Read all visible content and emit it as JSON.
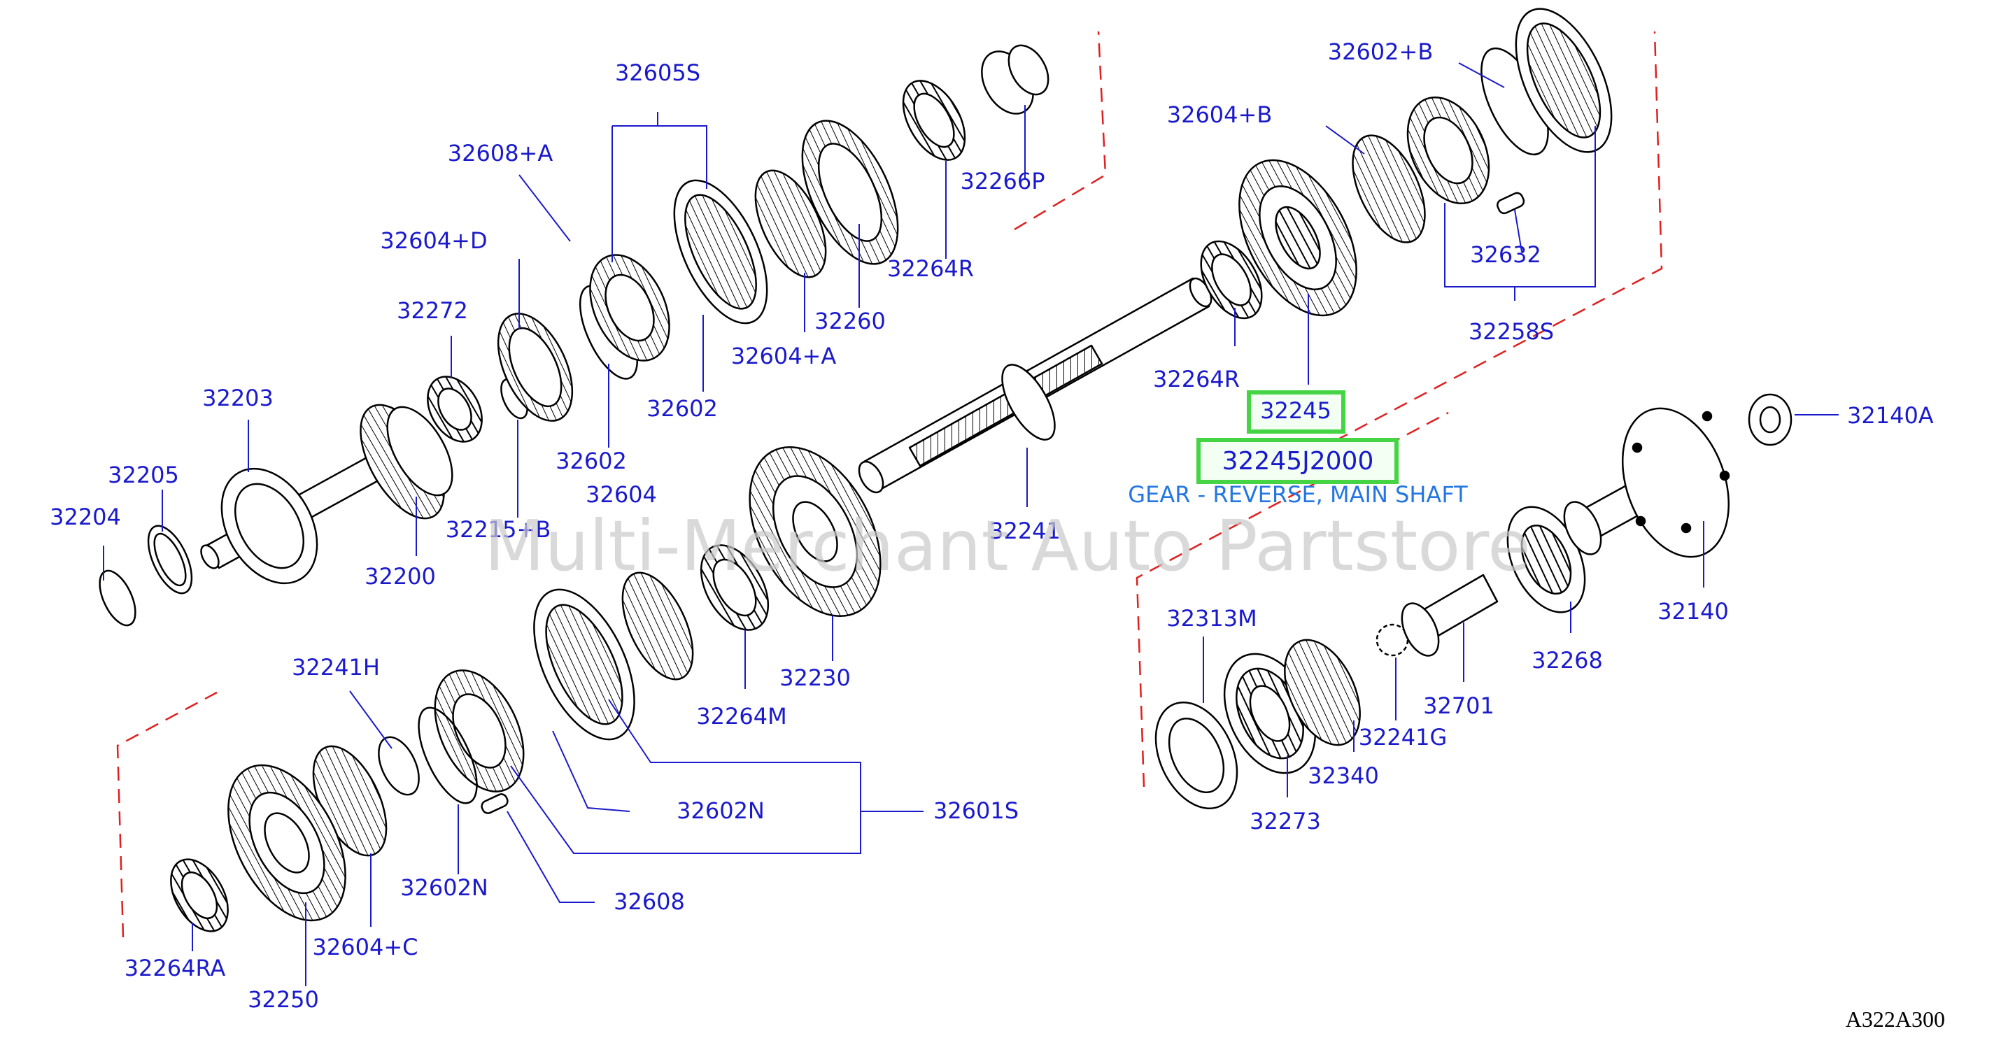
{
  "colors": {
    "label": "#1a1acc",
    "line_art": "#000000",
    "boundary": "#e02020",
    "highlight": "#44d444",
    "highlight_fill": "#f2fff2",
    "desc": "#2477e0",
    "watermark": "#c9c9c9"
  },
  "watermark": "Multi-Merchant Auto Partstore",
  "figure_code": "A322A300",
  "highlight": {
    "part": "32245",
    "part_number": "32245J2000",
    "description": "GEAR - REVERSE, MAIN SHAFT"
  },
  "labels": [
    "32605S",
    "32608+A",
    "32604+D",
    "32272",
    "32203",
    "32205",
    "32204",
    "32200",
    "32215+B",
    "32602",
    "32602",
    "32604",
    "32604+A",
    "32260",
    "32264R",
    "32266P",
    "32602+B",
    "32604+B",
    "32632",
    "32258S",
    "32264R",
    "32241",
    "32140A",
    "32140",
    "32268",
    "32701",
    "32241G",
    "32313M",
    "32340",
    "32273",
    "32230",
    "32264M",
    "32241H",
    "32602N",
    "32601S",
    "32602N",
    "32608",
    "32604+C",
    "32264RA",
    "32250"
  ]
}
